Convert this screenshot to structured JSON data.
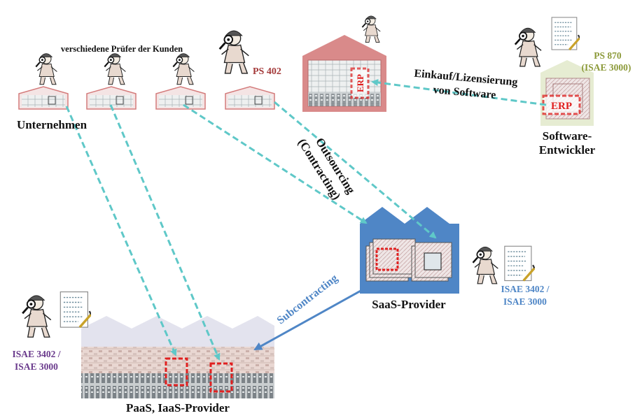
{
  "colors": {
    "connector": "#5fc8c8",
    "red_label": "#a43a3a",
    "olive_label": "#8c9a3a",
    "blue_label": "#4f86c6",
    "purple_label": "#6a3a8c",
    "saas_blue": "#4f86c6",
    "erp_red": "#e02020",
    "software_bg": "#e6ecd2",
    "pink_house": "#d98a8a"
  },
  "labels": {
    "clients_heading": "verschiedene Prüfer der Kunden",
    "companies": "Unternehmen",
    "ps402": "PS 402",
    "ps870": "PS 870",
    "isae3000_olive": "(ISAE 3000)",
    "software_dev_line1": "Software-",
    "software_dev_line2": "Entwickler",
    "purchase_line1": "Einkauf/Lizensierung",
    "purchase_line2": "von Software",
    "outsourcing_line1": "Outsourcing",
    "outsourcing_line2": "(Contracting)",
    "saas_provider": "SaaS-Provider",
    "isae_blue_line1": "ISAE 3402 /",
    "isae_blue_line2": "ISAE 3000",
    "subcontracting": "Subcontracting",
    "isae_purple_line1": "ISAE 3402 /",
    "isae_purple_line2": "ISAE 3000",
    "paas_provider": "PaaS, IaaS-Provider",
    "erp": "ERP"
  },
  "icons": [
    "auditor-icon",
    "magnifier-icon",
    "checklist-icon",
    "pen-icon",
    "erp-icon",
    "datacenter-icon",
    "company-house-icon"
  ]
}
